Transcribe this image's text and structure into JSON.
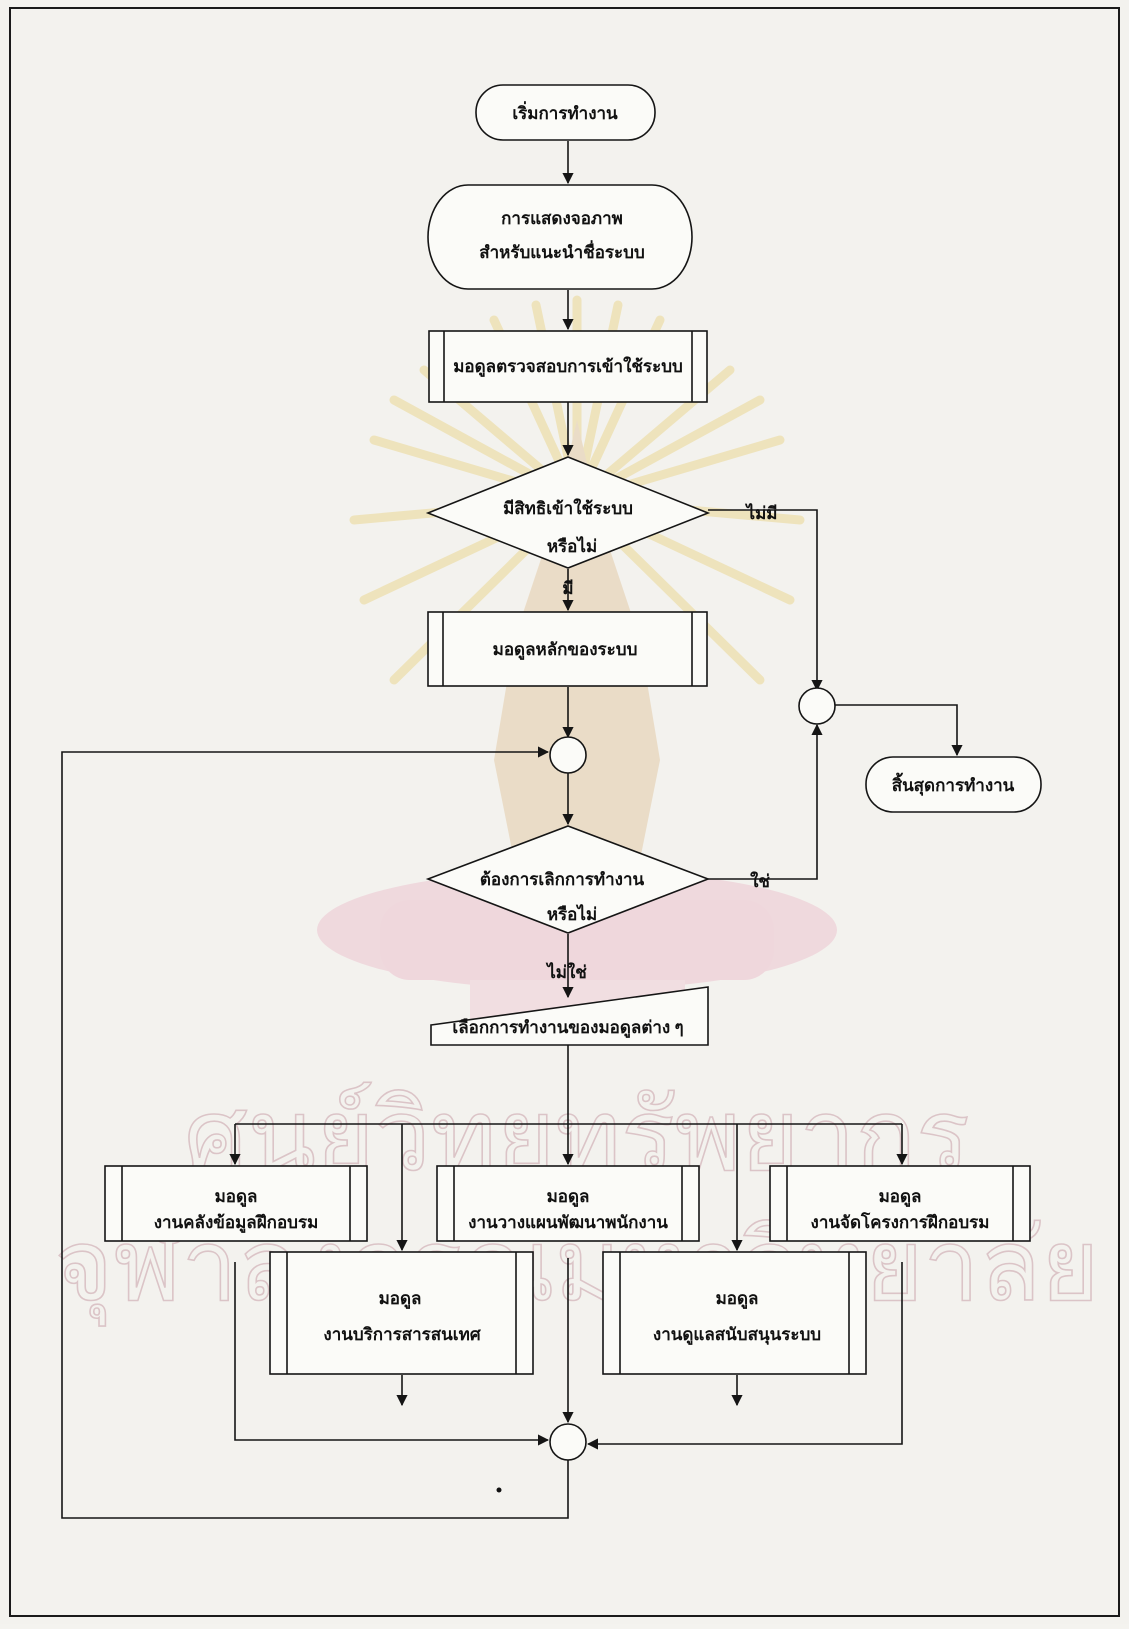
{
  "flowchart": {
    "start": "เริ่มการทำงาน",
    "intro_screen": [
      "การแสดงจอภาพ",
      "สำหรับแนะนำชื่อระบบ"
    ],
    "login_module": "มอดูลตรวจสอบการเข้าใช้ระบบ",
    "access_decision": [
      "มีสิทธิเข้าใช้ระบบ",
      "หรือไม่"
    ],
    "access_yes": "มี",
    "access_no": "ไม่มี",
    "main_module": "มอดูลหลักของระบบ",
    "end": "สิ้นสุดการทำงาน",
    "exit_decision": [
      "ต้องการเลิกการทำงาน",
      "หรือไม่"
    ],
    "exit_yes": "ใช่",
    "exit_no": "ไม่ใช่",
    "select_module": "เลือกการทำงานของมอดูลต่าง ๆ",
    "modules": [
      [
        "มอดูล",
        "งานคลังข้อมูลฝึกอบรม"
      ],
      [
        "มอดูล",
        "งานบริการสารสนเทศ"
      ],
      [
        "มอดูล",
        "งานวางแผนพัฒนาพนักงาน"
      ],
      [
        "มอดูล",
        "งานดูแลสนับสนุนระบบ"
      ],
      [
        "มอดูล",
        "งานจัดโครงการฝึกอบรม"
      ]
    ]
  },
  "watermark": {
    "line1": "ศูนย์วิทยทรัพยากร",
    "line2": "จุฬาลงกรณ์มหาวิทยาลัย"
  }
}
